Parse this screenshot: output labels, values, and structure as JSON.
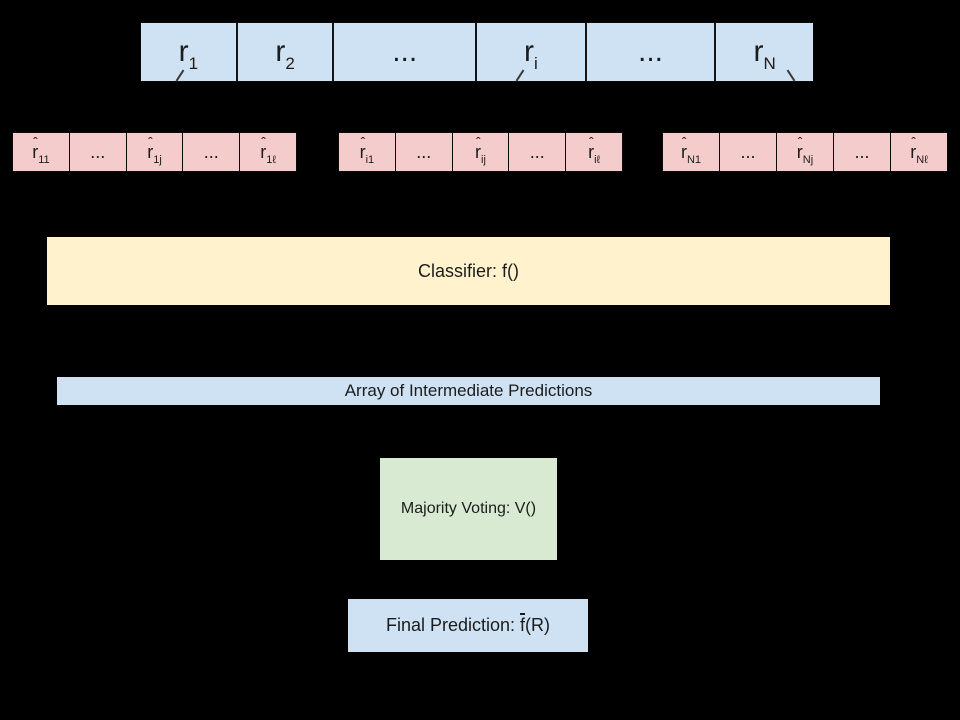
{
  "palette": {
    "background": "#000000",
    "light_blue": "#cfe2f3",
    "light_pink": "#f4cccc",
    "light_yellow": "#fff2cc",
    "light_green": "#d9ead3",
    "text": "#1c1c1c"
  },
  "input_row": {
    "cells": [
      {
        "base": "r",
        "sub": "1"
      },
      {
        "base": "r",
        "sub": "2"
      },
      {
        "dots": "..."
      },
      {
        "base": "r",
        "sub": "i"
      },
      {
        "dots": "..."
      },
      {
        "base": "r",
        "sub": "N"
      }
    ]
  },
  "prediction_rows": [
    {
      "cells": [
        {
          "hat": "ˆ",
          "base": "r",
          "sub": "11"
        },
        {
          "dots": "..."
        },
        {
          "hat": "ˆ",
          "base": "r",
          "sub": "1j"
        },
        {
          "dots": "..."
        },
        {
          "hat": "ˆ",
          "base": "r",
          "sub": "1ℓ"
        }
      ]
    },
    {
      "cells": [
        {
          "hat": "ˆ",
          "base": "r",
          "sub": "i1"
        },
        {
          "dots": "..."
        },
        {
          "hat": "ˆ",
          "base": "r",
          "sub": "ij"
        },
        {
          "dots": "..."
        },
        {
          "hat": "ˆ",
          "base": "r",
          "sub": "iℓ"
        }
      ]
    },
    {
      "cells": [
        {
          "hat": "ˆ",
          "base": "r",
          "sub": "N1"
        },
        {
          "dots": "..."
        },
        {
          "hat": "ˆ",
          "base": "r",
          "sub": "Nj"
        },
        {
          "dots": "..."
        },
        {
          "hat": "ˆ",
          "base": "r",
          "sub": "Nℓ"
        }
      ]
    }
  ],
  "classifier": {
    "label": "Classifier: f()"
  },
  "array_bar": {
    "label": "Array of Intermediate Predictions"
  },
  "majority_voting": {
    "label": "Majority Voting: V()"
  },
  "final_prediction": {
    "prefix": "Final Prediction: ",
    "overlined": "f",
    "suffix": "(R)"
  }
}
